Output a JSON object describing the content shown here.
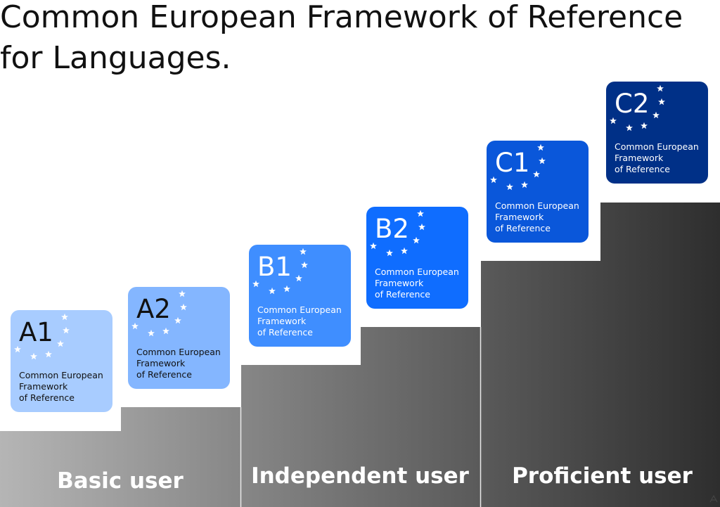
{
  "title_line1": "Common European Framework of Reference",
  "title_line2": "for Languages.",
  "steps": [
    {
      "label": "Basic user"
    },
    {
      "label": "Independent user"
    },
    {
      "label": "Proficient user"
    }
  ],
  "cards": [
    {
      "level": "A1",
      "text": [
        "Common European",
        "Framework",
        "of Reference"
      ],
      "color": "#a8ccff",
      "star_color": "#ffffff",
      "text_color": "#111111"
    },
    {
      "level": "A2",
      "text": [
        "Common European",
        "Framework",
        "of Reference"
      ],
      "color": "#84b6ff",
      "star_color": "#ffffff",
      "text_color": "#111111"
    },
    {
      "level": "B1",
      "text": [
        "Common European",
        "Framework",
        "of Reference"
      ],
      "color": "#3f8eff",
      "star_color": "#ffffff",
      "text_color": "#ffffff"
    },
    {
      "level": "B2",
      "text": [
        "Common European",
        "Framework",
        "of Reference"
      ],
      "color": "#0f6dff",
      "star_color": "#ffffff",
      "text_color": "#ffffff"
    },
    {
      "level": "C1",
      "text": [
        "Common European",
        "Framework",
        "of Reference"
      ],
      "color": "#0a57da",
      "star_color": "#ffffff",
      "text_color": "#ffffff"
    },
    {
      "level": "C2",
      "text": [
        "Common European",
        "Framework",
        "of Reference"
      ],
      "color": "#003087",
      "star_color": "#ffffff",
      "text_color": "#ffffff"
    }
  ]
}
